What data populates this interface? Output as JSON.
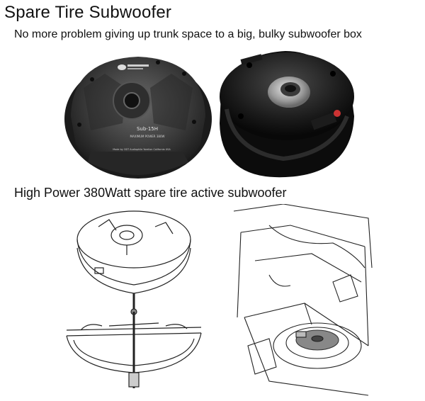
{
  "header": {
    "title": "Spare Tire Subwoofer",
    "subtitle": "No more problem giving up trunk space  to a big, bulky subwoofer box"
  },
  "section2": {
    "headline": "High Power 380Watt spare tire active subwoofer"
  },
  "product_label": {
    "model": "Sub-15H",
    "power": "MAXIMUM POWER 380W",
    "made_by": "Made by ODT Audiophile Yorelion California USA"
  }
}
